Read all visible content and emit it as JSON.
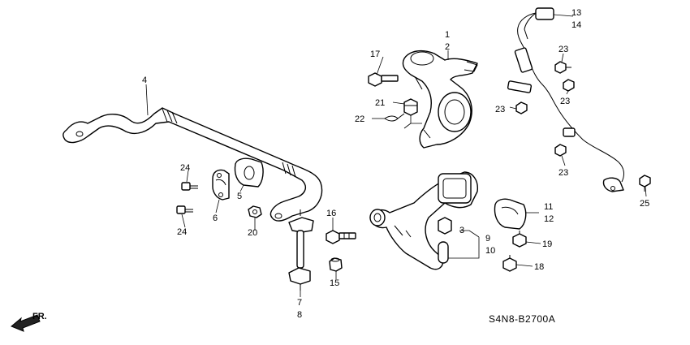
{
  "diagram_code": "S4N8-B2700A",
  "direction_label": "FR.",
  "callouts": {
    "c1": "1",
    "c2": "2",
    "c3": "3",
    "c4": "4",
    "c5": "5",
    "c6": "6",
    "c7": "7",
    "c8": "8",
    "c9": "9",
    "c10": "10",
    "c11": "11",
    "c12": "12",
    "c13": "13",
    "c14": "14",
    "c15": "15",
    "c16": "16",
    "c17": "17",
    "c18": "18",
    "c19": "19",
    "c20": "20",
    "c21": "21",
    "c22": "22",
    "c23a": "23",
    "c23b": "23",
    "c23c": "23",
    "c23d": "23",
    "c24a": "24",
    "c24b": "24",
    "c25": "25"
  }
}
